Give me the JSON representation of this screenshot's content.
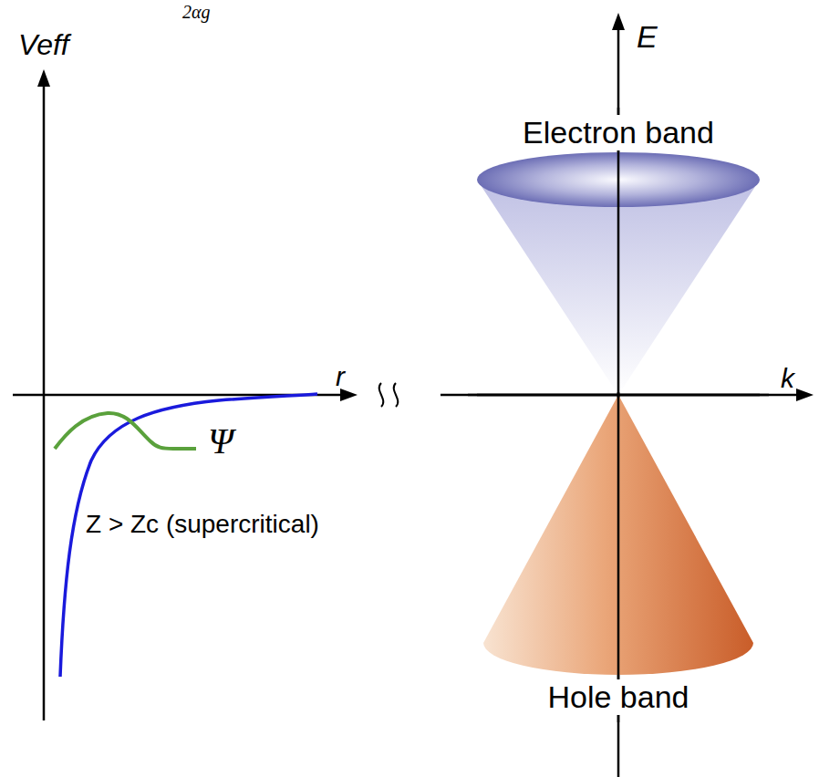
{
  "diagram": {
    "nodes": [
      {
        "text": [
          "Electron band"
        ]
      },
      {
        "text": [
          "Hole band"
        ]
      }
    ],
    "labels": [
      "2αg",
      "Veff",
      "E",
      "r",
      "k",
      "Ψ",
      "Z > Zc (supercritical)"
    ]
  }
}
